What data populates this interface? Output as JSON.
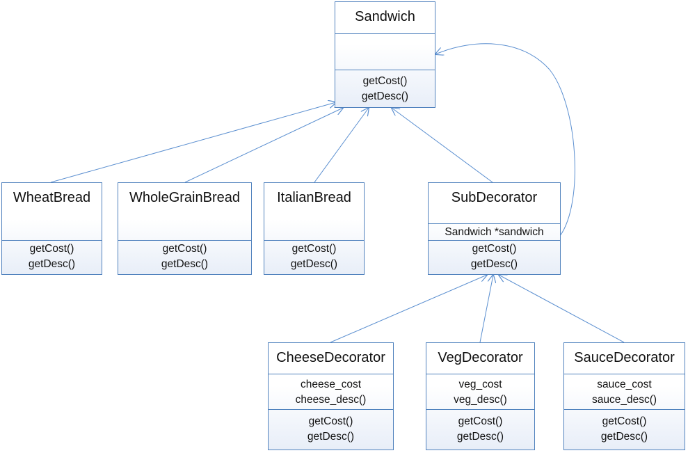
{
  "classes": {
    "sandwich": {
      "name": "Sandwich",
      "attributes": [],
      "methods": [
        "getCost()",
        "getDesc()"
      ]
    },
    "wheatbread": {
      "name": "WheatBread",
      "attributes": [],
      "methods": [
        "getCost()",
        "getDesc()"
      ]
    },
    "wholegrainbread": {
      "name": "WholeGrainBread",
      "attributes": [],
      "methods": [
        "getCost()",
        "getDesc()"
      ]
    },
    "italianbread": {
      "name": "ItalianBread",
      "attributes": [],
      "methods": [
        "getCost()",
        "getDesc()"
      ]
    },
    "subdecorator": {
      "name": "SubDecorator",
      "attributes": [
        "Sandwich *sandwich"
      ],
      "methods": [
        "getCost()",
        "getDesc()"
      ]
    },
    "cheesedecorator": {
      "name": "CheeseDecorator",
      "attributes": [
        "cheese_cost",
        "cheese_desc()"
      ],
      "methods": [
        "getCost()",
        "getDesc()"
      ]
    },
    "vegdecorator": {
      "name": "VegDecorator",
      "attributes": [
        "veg_cost",
        "veg_desc()"
      ],
      "methods": [
        "getCost()",
        "getDesc()"
      ]
    },
    "saucedecorator": {
      "name": "SauceDecorator",
      "attributes": [
        "sauce_cost",
        "sauce_desc()"
      ],
      "methods": [
        "getCost()",
        "getDesc()"
      ]
    }
  },
  "relationships": [
    {
      "from": "wheatbread",
      "to": "sandwich",
      "type": "generalization"
    },
    {
      "from": "wholegrainbread",
      "to": "sandwich",
      "type": "generalization"
    },
    {
      "from": "italianbread",
      "to": "sandwich",
      "type": "generalization"
    },
    {
      "from": "subdecorator",
      "to": "sandwich",
      "type": "generalization"
    },
    {
      "from": "subdecorator",
      "to": "sandwich",
      "type": "association"
    },
    {
      "from": "cheesedecorator",
      "to": "subdecorator",
      "type": "generalization"
    },
    {
      "from": "vegdecorator",
      "to": "subdecorator",
      "type": "generalization"
    },
    {
      "from": "saucedecorator",
      "to": "subdecorator",
      "type": "generalization"
    }
  ],
  "colors": {
    "border": "#4f81bd",
    "connector": "#5b8fd0",
    "box_fill_bottom": "#e8eef8",
    "text": "#111111"
  }
}
